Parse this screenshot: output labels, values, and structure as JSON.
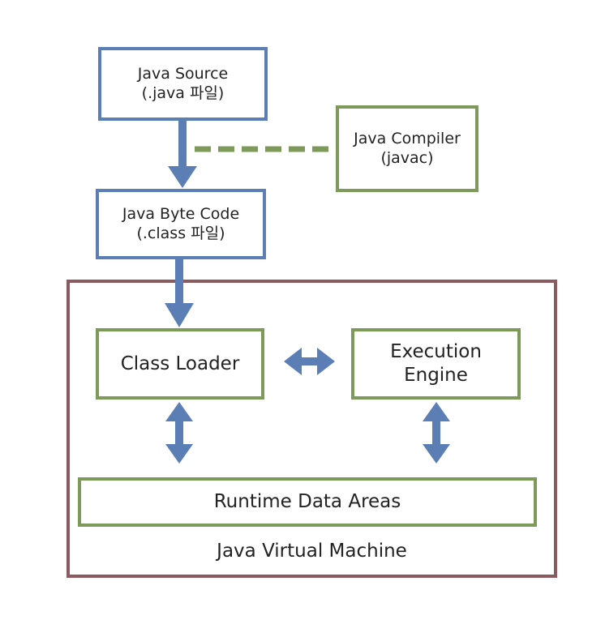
{
  "nodes": {
    "java_source": {
      "line1": "Java Source",
      "line2": "(.java 파일)"
    },
    "java_compiler": {
      "line1": "Java Compiler",
      "line2": "(javac)"
    },
    "java_byte_code": {
      "line1": "Java Byte Code",
      "line2": "(.class 파일)"
    },
    "class_loader": {
      "label": "Class Loader"
    },
    "execution_engine": {
      "line1": "Execution",
      "line2": "Engine"
    },
    "runtime_data_areas": {
      "label": "Runtime Data Areas"
    },
    "jvm": {
      "label": "Java Virtual Machine"
    }
  },
  "colors": {
    "blue_border": "#5b7fb5",
    "green_border": "#7e9a5a",
    "maroon_border": "#8a5a5e",
    "arrow": "#5b7fb5",
    "dashed_line": "#7e9a5a"
  }
}
